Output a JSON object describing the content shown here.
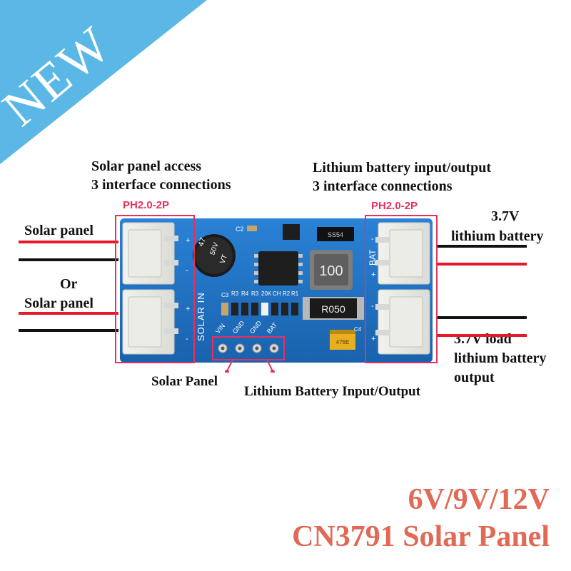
{
  "badge": {
    "text": "NEW",
    "color": "#5bb8e6"
  },
  "labels": {
    "solar_access_line1": "Solar panel access",
    "solar_access_line2": "3 interface connections",
    "battery_io_line1": "Lithium battery input/output",
    "battery_io_line2": "3 interface connections",
    "ph_left": "PH2.0-2P",
    "ph_right": "PH2.0-2P",
    "solar_panel_1": "Solar panel",
    "or": "Or",
    "solar_panel_2": "Solar panel",
    "battery_37_line1": "3.7V",
    "battery_37_line2": "lithium battery",
    "load_line1": "3.7V load",
    "load_line2": "lithium battery",
    "load_line3": "output",
    "bottom_solar_panel": "Solar Panel",
    "bottom_battery_io": "Lithium Battery Input/Output"
  },
  "board": {
    "silkscreen_solar_in": "SOLAR IN",
    "silkscreen_bat": "BAT",
    "pins": [
      "VIN",
      "GND",
      "GND",
      "BAT"
    ],
    "resistor_labels": [
      "R3",
      "R4",
      "R3",
      "20K",
      "CH",
      "R2",
      "R1"
    ],
    "cap_label_c2": "C2",
    "cap_label_c3": "C3",
    "cap_label_c4": "C4",
    "electrolytic_text": [
      "47",
      "50V",
      "VT"
    ],
    "inductor_text": "100",
    "shunt_text": "R050",
    "diode_text": "SS54",
    "tantalum_text": "476E",
    "polarity_plus": "+",
    "polarity_minus": "-",
    "color_pcb": "#1d6fc0",
    "color_highlight": "#e8305a"
  },
  "title": {
    "line1": "6V/9V/12V",
    "line2": "CN3791 Solar Panel",
    "color": "#e06a55"
  },
  "wire_colors": {
    "red": "#e8182a",
    "black": "#111111"
  }
}
